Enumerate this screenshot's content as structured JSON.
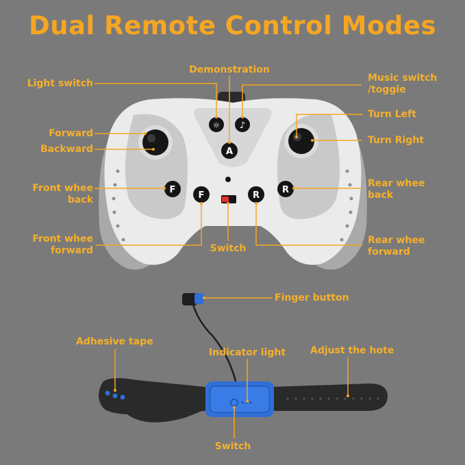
{
  "title": "Dual Remote Control Modes",
  "controller": {
    "labels": {
      "demonstration": "Demonstration",
      "light_switch": "Light switch",
      "music_switch_1": "Music switch",
      "music_switch_2": "/toggie",
      "turn_left": "Turn Left",
      "forward": "Forward",
      "backward": "Backward",
      "turn_right": "Turn Right",
      "front_back_1": "Front whee",
      "front_back_2": "back",
      "rear_back_1": "Rear whee",
      "rear_back_2": "back",
      "front_forward_1": "Front whee",
      "front_forward_2": "forward",
      "switch": "Switch",
      "rear_forward_1": "Rear whee",
      "rear_forward_2": "forward"
    },
    "button_glyphs": {
      "demo": "A",
      "front_back": "F",
      "front_forward": "F",
      "rear_back": "R",
      "rear_forward": "R"
    }
  },
  "wristband": {
    "labels": {
      "finger_button": "Finger button",
      "adhesive_tape": "Adhesive tape",
      "indicator_light": "Indicator light",
      "adjust_hole": "Adjust the hote",
      "switch": "Switch"
    }
  },
  "colors": {
    "background": "#7a7a7a",
    "accent": "#f6a623",
    "controller_body": "#e9e9e9",
    "controller_grip": "#a9a9a9",
    "strap": "#2a2a2a",
    "module": "#2f6fd6"
  }
}
